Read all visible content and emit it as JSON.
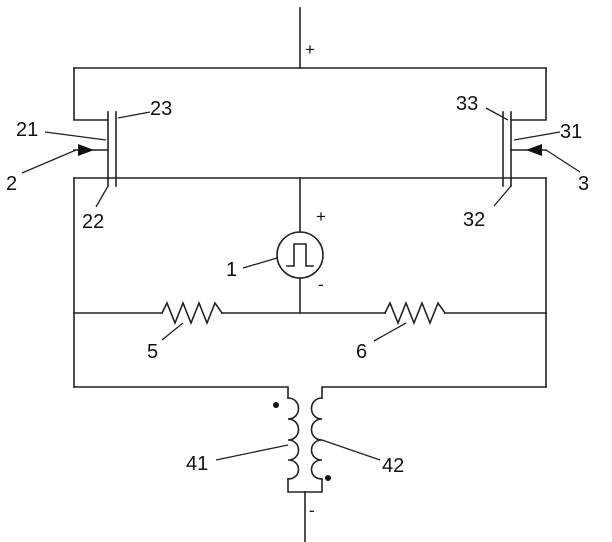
{
  "signs": {
    "top_plus": "+",
    "bottom_minus": "-",
    "source_plus": "+",
    "source_minus": "-"
  },
  "labels": {
    "source": "1",
    "switch_left": "2",
    "switch_left_gate": "21",
    "switch_left_bottom": "22",
    "switch_left_top": "23",
    "switch_right": "3",
    "switch_right_gate": "31",
    "switch_right_bottom": "32",
    "switch_right_top": "33",
    "coil_left": "41",
    "coil_right": "42",
    "resistor_left": "5",
    "resistor_right": "6"
  }
}
